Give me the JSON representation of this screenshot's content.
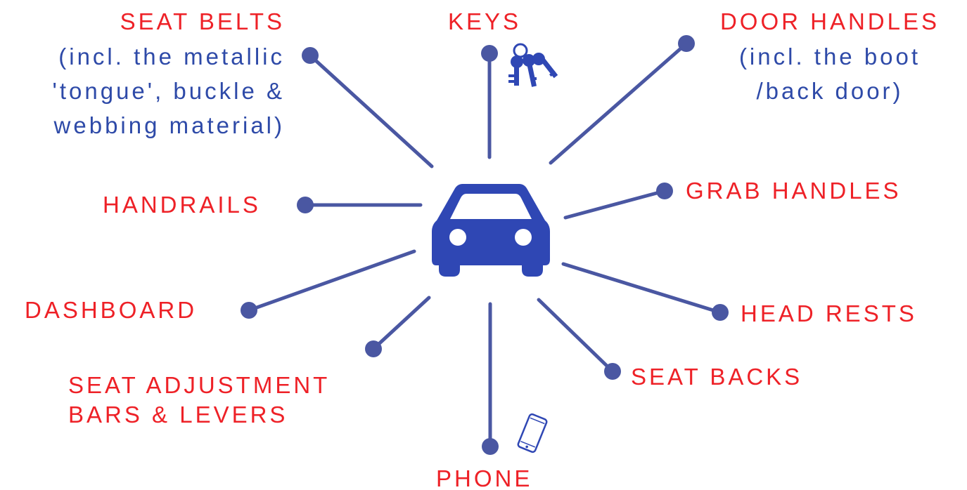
{
  "colors": {
    "accent": "#ee2127",
    "line": "#4a57a2",
    "car": "#2f47b4",
    "note": "#2e4aa8"
  },
  "center_icon": "car-icon",
  "items": {
    "seat_belts": {
      "title": "SEAT BELTS",
      "note_1": "(incl. the metallic",
      "note_2": "'tongue', buckle &",
      "note_3": "webbing material)"
    },
    "keys": {
      "title": "KEYS",
      "icon": "keys-icon"
    },
    "door_handles": {
      "title": "DOOR HANDLES",
      "note_1": "(incl. the boot",
      "note_2": "/back door)"
    },
    "grab_handles": {
      "title": "GRAB HANDLES"
    },
    "handrails": {
      "title": "HANDRAILS"
    },
    "dashboard": {
      "title": "DASHBOARD"
    },
    "head_rests": {
      "title": "HEAD RESTS"
    },
    "seat_adjustment": {
      "title_1": "SEAT ADJUSTMENT",
      "title_2": "BARS & LEVERS"
    },
    "seat_backs": {
      "title": "SEAT BACKS"
    },
    "phone": {
      "title": "PHONE",
      "icon": "phone-icon"
    }
  }
}
